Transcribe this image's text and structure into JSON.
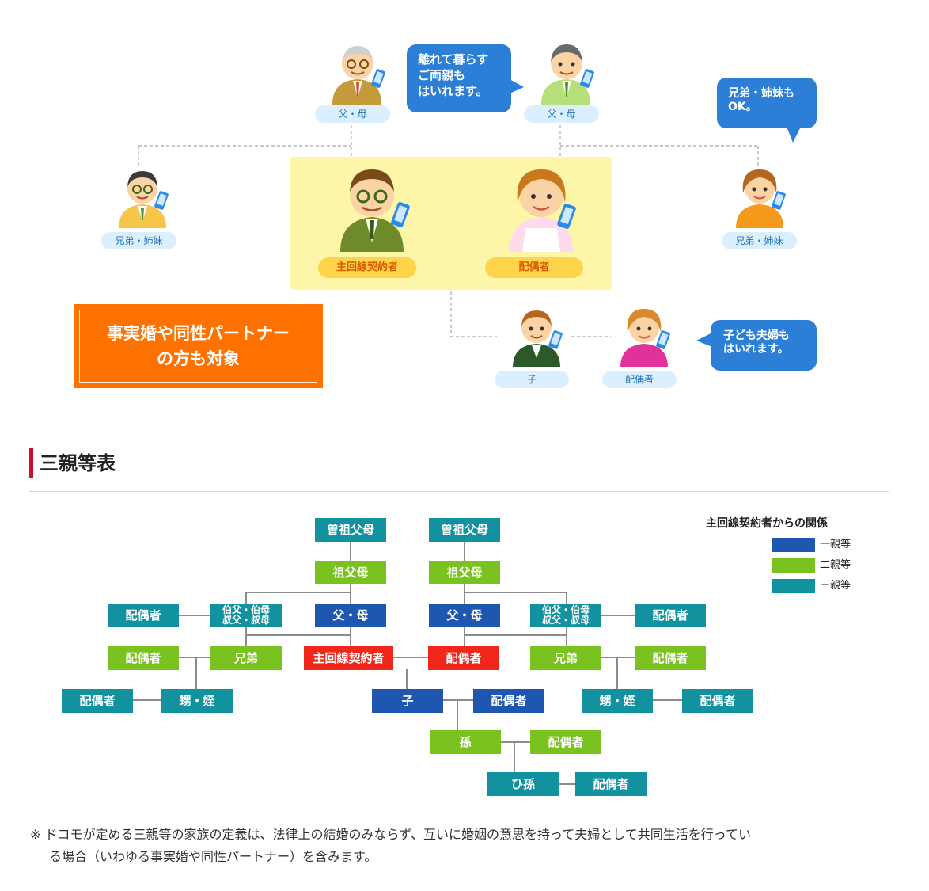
{
  "illustration": {
    "labels": {
      "parent_left": "父・母",
      "parent_right": "父・母",
      "sibling_left": "兄弟・姉妹",
      "sibling_right": "兄弟・姉妹",
      "main": "主回線契約者",
      "spouse": "配偶者",
      "child": "子",
      "child_spouse": "配偶者"
    },
    "bubbles": {
      "parents": [
        "離れて暮らす",
        "ご両親も",
        "はいれます。"
      ],
      "siblings": [
        "兄弟・姉妹も",
        "OK。"
      ],
      "children": [
        "子ども夫婦も",
        "はいれます。"
      ]
    },
    "orange_box": [
      "事実婚や同性パートナー",
      "の方も対象"
    ]
  },
  "section": {
    "title": "三親等表"
  },
  "legend": {
    "title": "主回線契約者からの関係",
    "items": [
      {
        "label": "一親等",
        "color": "#1f57b0"
      },
      {
        "label": "二親等",
        "color": "#7ac21f"
      },
      {
        "label": "三親等",
        "color": "#12919e"
      }
    ]
  },
  "kinship": {
    "great_grandparents_l": "曽祖父母",
    "great_grandparents_r": "曽祖父母",
    "grandparents_l": "祖父母",
    "grandparents_r": "祖父母",
    "aunt_uncle_l": [
      "伯父・伯母",
      "叔父・叔母"
    ],
    "aunt_uncle_r": [
      "伯父・伯母",
      "叔父・叔母"
    ],
    "parents_l": "父・母",
    "parents_r": "父・母",
    "spouse_aunt_l": "配偶者",
    "spouse_aunt_r": "配偶者",
    "sibling_l": "兄弟",
    "sibling_r": "兄弟",
    "spouse_sibling_l": "配偶者",
    "spouse_sibling_r": "配偶者",
    "main": "主回線契約者",
    "spouse": "配偶者",
    "nephew_l": "甥・姪",
    "nephew_r": "甥・姪",
    "spouse_nephew_l": "配偶者",
    "spouse_nephew_r": "配偶者",
    "child": "子",
    "spouse_child": "配偶者",
    "grandchild": "孫",
    "spouse_grandchild": "配偶者",
    "great_grandchild": "ひ孫",
    "spouse_great_grandchild": "配偶者"
  },
  "note": {
    "line1": "※ ドコモが定める三親等の家族の定義は、法律上の結婚のみならず、互いに婚姻の意思を持って夫婦として共同生活を行ってい",
    "line2": "る場合（いわゆる事実婚や同性パートナー）を含みます。"
  },
  "icons": [
    "person-avatar-icon",
    "smartphone-icon",
    "speech-bubble-icon"
  ]
}
